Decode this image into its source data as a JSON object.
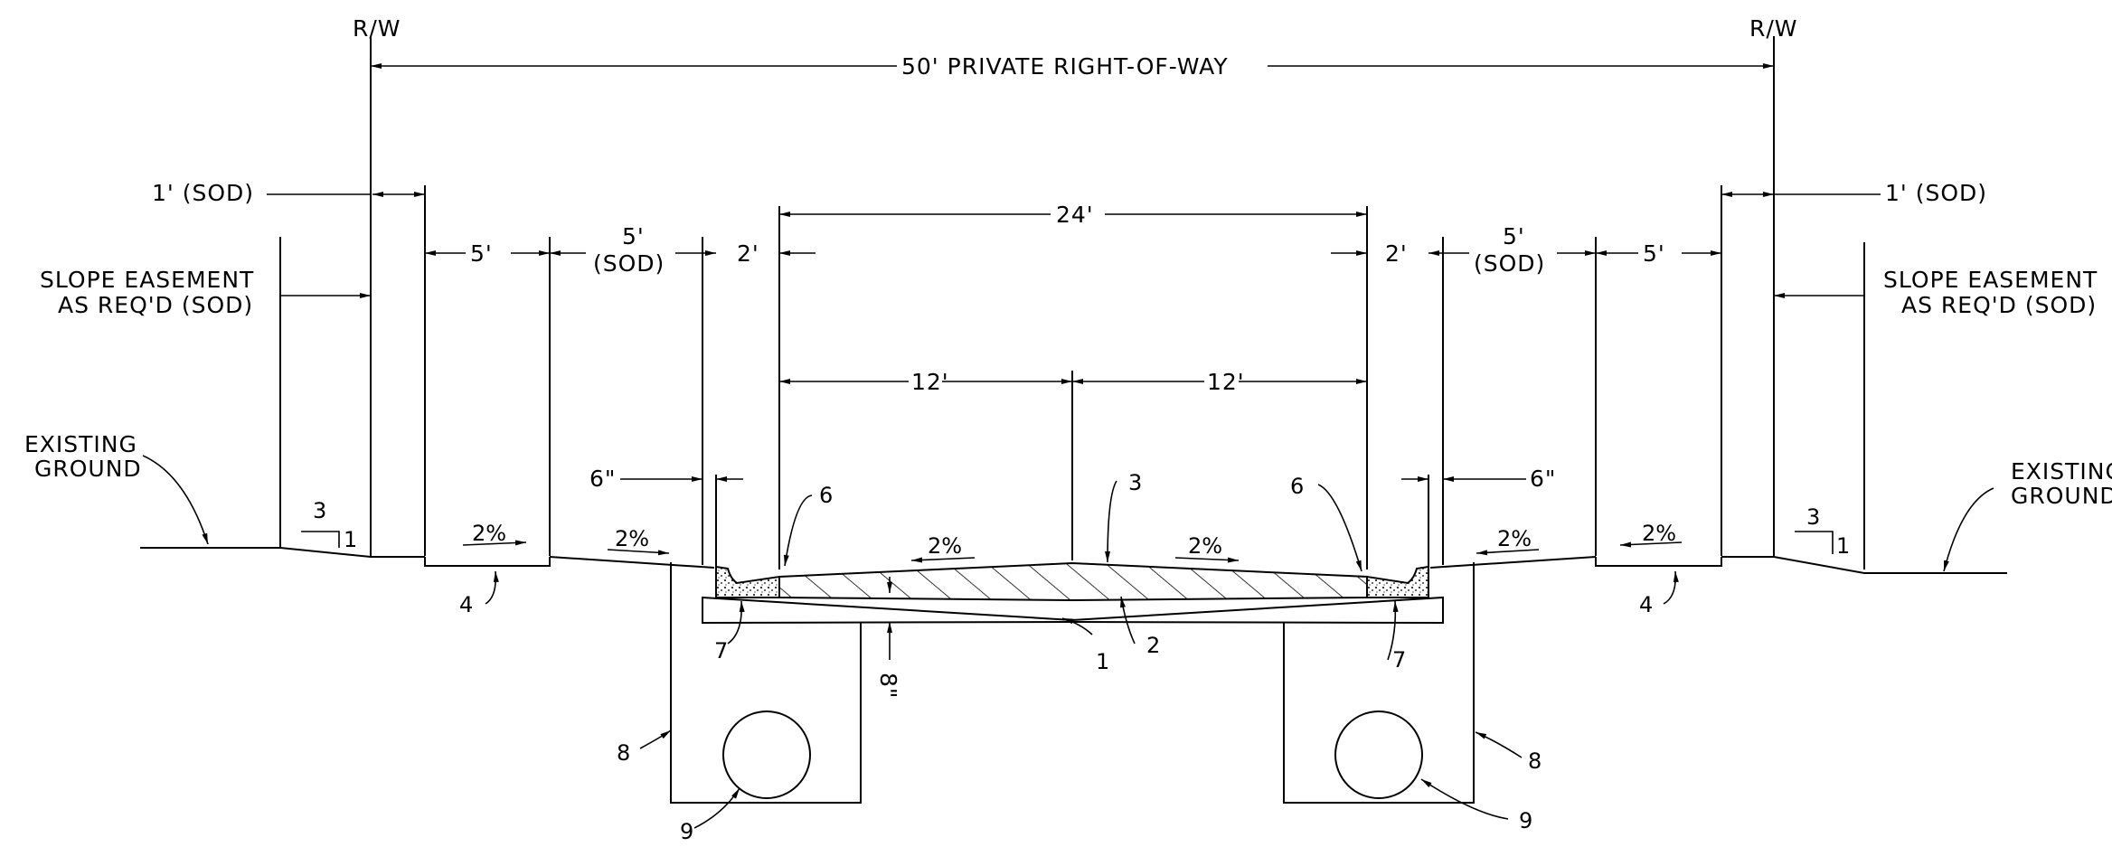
{
  "right_of_way": {
    "left": "R/W",
    "right": "R/W",
    "width_label": "50' PRIVATE RIGHT-OF-WAY"
  },
  "pavement": {
    "total_width": "24'",
    "lane_left": "12'",
    "lane_right": "12'",
    "gutter_left": "2'",
    "gutter_right": "2'",
    "base_depth": "8\""
  },
  "dimensions": {
    "sod_strip_left": "1' (SOD)",
    "sod_strip_right": "1' (SOD)",
    "sidewalk_left": "5'",
    "sidewalk_right": "5'",
    "sod_buffer_left_1": "5'",
    "sod_buffer_left_2": "(SOD)",
    "sod_buffer_right_1": "5'",
    "sod_buffer_right_2": "(SOD)",
    "curb_offset_left": "6\"",
    "curb_offset_right": "6\""
  },
  "notes": {
    "slope_easement_line1": "SLOPE EASEMENT",
    "slope_easement_line2": "AS REQ'D (SOD)",
    "existing_ground_line1": "EXISTING",
    "existing_ground_line2": "GROUND",
    "slope_ratio_rise": "3",
    "slope_ratio_run": "1",
    "cross_slope": "2%"
  },
  "callouts": [
    "1",
    "2",
    "3",
    "4",
    "6",
    "7",
    "8",
    "9"
  ]
}
